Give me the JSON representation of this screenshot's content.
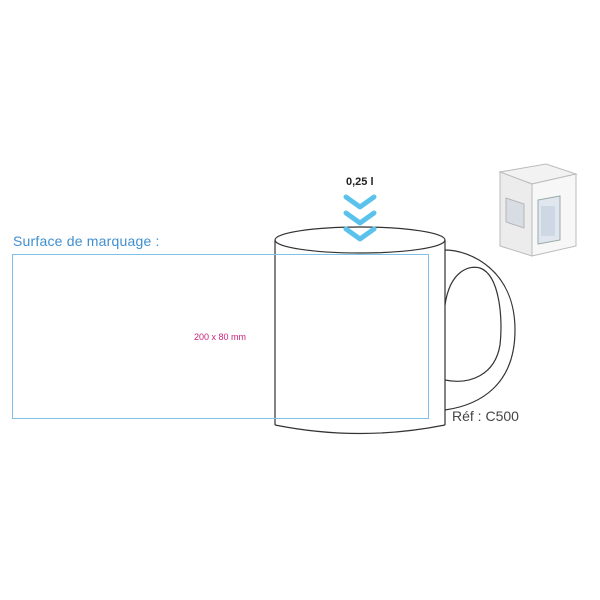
{
  "marking_surface": {
    "label": "Surface de marquage :",
    "dimensions": "200 x 80 mm"
  },
  "capacity": "0,25 l",
  "reference": "Réf : C500",
  "colors": {
    "label_blue": "#3f8fd0",
    "zone_border": "#7fc0e6",
    "arrow_blue": "#5bc2ec",
    "dimension_text": "#c8227a",
    "outline": "#333333"
  },
  "icons": [
    "arrow-down-chevron-icon",
    "packaging-box-icon"
  ]
}
